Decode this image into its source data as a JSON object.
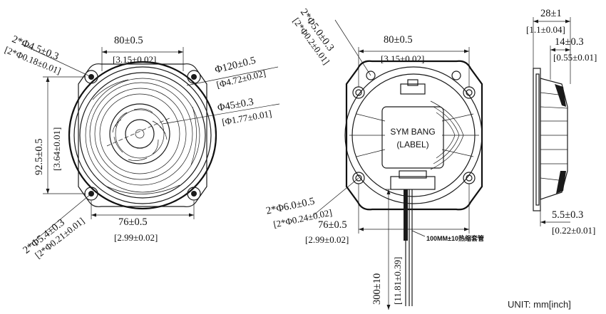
{
  "front_view": {
    "width_dim": "80±0.5",
    "width_dim_inch": "[3.15±0.02]",
    "hole_top_dim": "2*Φ4.5±0.3",
    "hole_top_dim_inch": "[2*Φ0.18±0.01]",
    "outer_dia_dim": "Φ120±0.5",
    "outer_dia_dim_inch": "[Φ4.72±0.02]",
    "hub_dia_dim": "Φ45±0.3",
    "hub_dia_dim_inch": "[Φ1.77±0.01]",
    "height_dim": "92.5±0.5",
    "height_dim_inch": "[3.64±0.01]",
    "hole_bottom_dim": "2*Φ5.4±0.3",
    "hole_bottom_dim_inch": "[2*Φ0.21±0.01]",
    "bottom_width_dim": "76±0.5",
    "bottom_width_dim_inch": "[2.99±0.02]"
  },
  "back_view": {
    "hole_top_dim": "2*Φ5.0±0.3",
    "hole_top_dim_inch": "[2*Φ0.2±0.01]",
    "width_dim": "80±0.5",
    "width_dim_inch": "[3.15±0.02]",
    "label_line1": "SYM BANG",
    "label_line2": "(LABEL)",
    "hole_bottom_dim": "2*Φ6.0±0.5",
    "hole_bottom_dim_inch": "[2*Φ0.24±0.02]",
    "bottom_width_dim": "76±0.5",
    "bottom_width_dim_inch": "[2.99±0.02]",
    "sleeve_note": "100MM±10热缩套管",
    "lead_length_dim": "300±10",
    "lead_length_dim_inch": "[11.81±0.39]"
  },
  "side_view": {
    "total_depth_dim": "28±1",
    "total_depth_dim_inch": "[1.1±0.04]",
    "inlet_depth_dim": "14±0.3",
    "inlet_depth_dim_inch": "[0.55±0.01]",
    "flange_dim": "5.5±0.3",
    "flange_dim_inch": "[0.22±0.01]"
  },
  "unit_label": "UNIT: mm[inch]"
}
